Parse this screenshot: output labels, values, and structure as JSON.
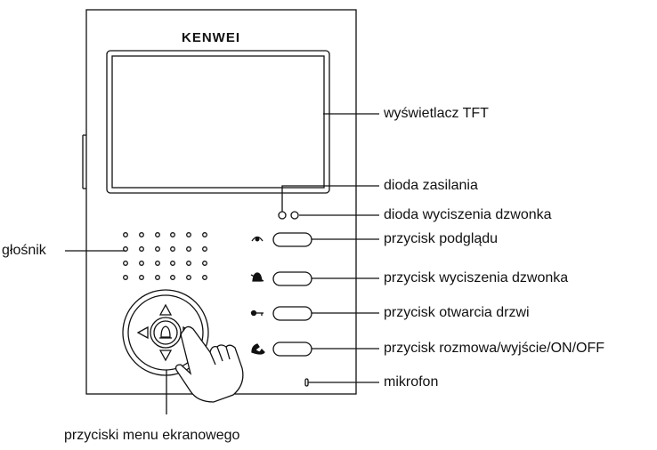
{
  "brand": "KENWEI",
  "labels": {
    "display": "wyświetlacz TFT",
    "power_led": "dioda zasilania",
    "mute_led": "dioda wyciszenia dzwonka",
    "monitor_button": "przycisk podglądu",
    "mute_button": "przycisk wyciszenia dzwonka",
    "unlock_button": "przycisk otwarcia drzwi",
    "talk_button": "przycisk rozmowa/wyjście/ON/OFF",
    "microphone": "mikrofon",
    "speaker": "głośnik",
    "osd_buttons": "przyciski menu ekranowego"
  },
  "icons": {
    "monitor": "monitor-eye-icon",
    "mute": "bell-mute-icon",
    "unlock": "key-icon",
    "talk": "handset-icon",
    "nav": "directional-pad-icon",
    "hand": "pointing-hand-icon"
  },
  "colors": {
    "line": "#111111",
    "background": "#ffffff"
  }
}
